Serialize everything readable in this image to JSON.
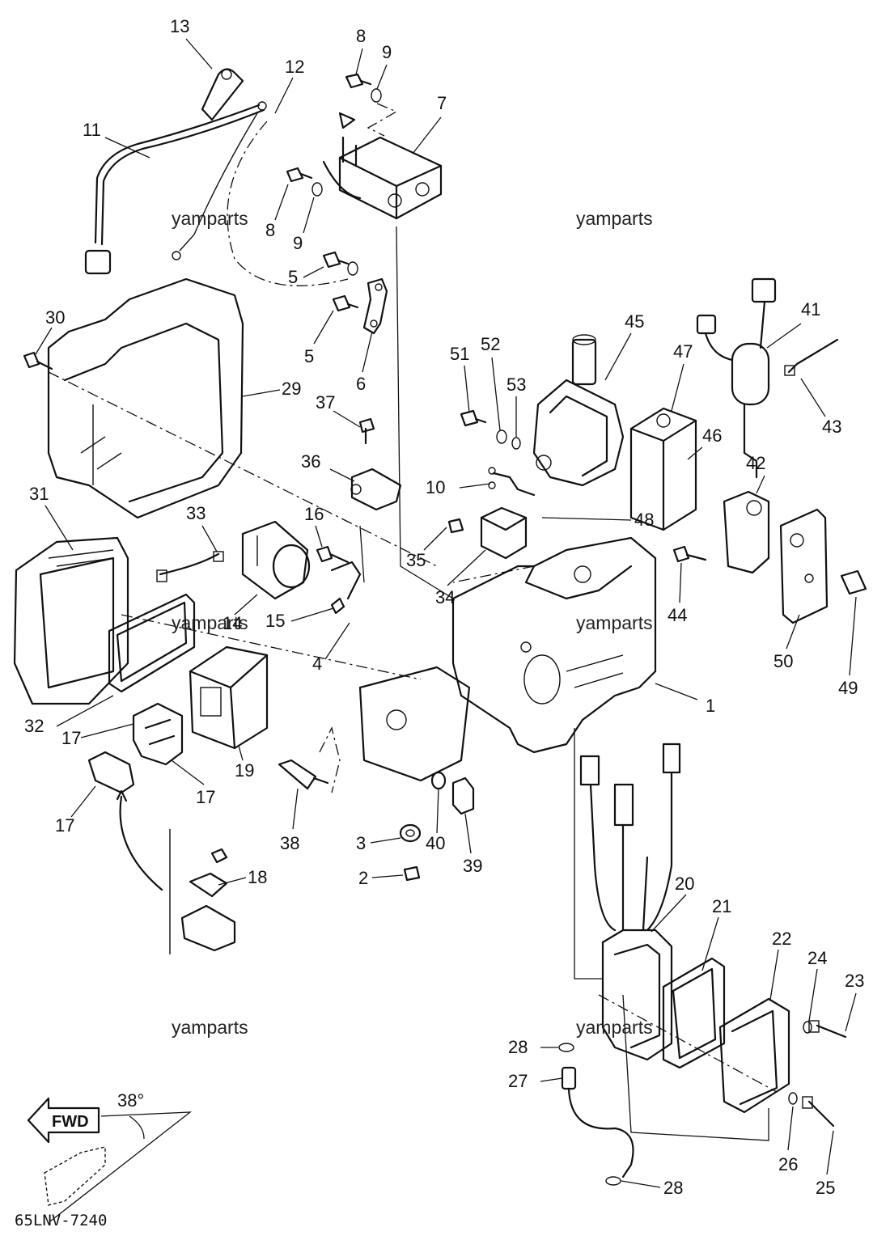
{
  "diagram": {
    "code": "65LNV-7240",
    "watermark": "yamparts",
    "fwd_label": "FWD",
    "angle_label": "38°"
  },
  "callouts": [
    "1",
    "2",
    "3",
    "4",
    "5",
    "5",
    "6",
    "7",
    "8",
    "8",
    "9",
    "9",
    "10",
    "11",
    "12",
    "13",
    "14",
    "15",
    "16",
    "17",
    "17",
    "17",
    "18",
    "19",
    "20",
    "21",
    "22",
    "23",
    "24",
    "25",
    "26",
    "27",
    "28",
    "28",
    "29",
    "30",
    "31",
    "32",
    "33",
    "34",
    "35",
    "36",
    "37",
    "38",
    "39",
    "40",
    "41",
    "42",
    "43",
    "44",
    "45",
    "46",
    "47",
    "48",
    "49",
    "50",
    "51",
    "52",
    "53"
  ]
}
